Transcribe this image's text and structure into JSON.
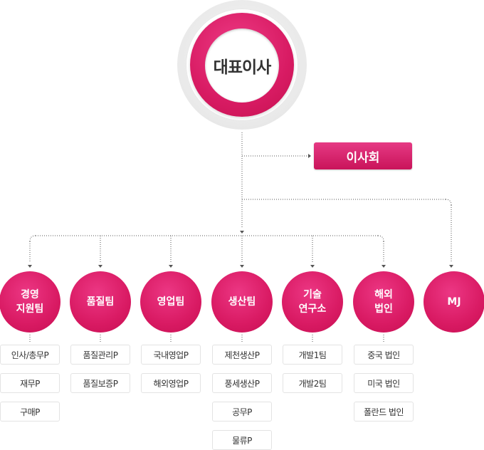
{
  "ceo": {
    "label": "대표이사"
  },
  "board": {
    "label": "이사회"
  },
  "departments": [
    {
      "label": "경영\n지원팀",
      "sub": [
        "인사/총무P",
        "재무P",
        "구매P"
      ]
    },
    {
      "label": "품질팀",
      "sub": [
        "품질관리P",
        "품질보증P"
      ]
    },
    {
      "label": "영업팀",
      "sub": [
        "국내영업P",
        "해외영업P"
      ]
    },
    {
      "label": "생산팀",
      "sub": [
        "제천생산P",
        "풍세생산P",
        "공무P",
        "물류P"
      ]
    },
    {
      "label": "기술\n연구소",
      "sub": [
        "개발1팀",
        "개발2팀"
      ]
    },
    {
      "label": "해외\n법인",
      "sub": [
        "중국 법인",
        "미국 법인",
        "폴란드 법인"
      ]
    },
    {
      "label": "MJ",
      "sub": []
    }
  ],
  "colors": {
    "primary": "#d81b63",
    "line": "#555555",
    "box_border": "#e3e3e3"
  }
}
